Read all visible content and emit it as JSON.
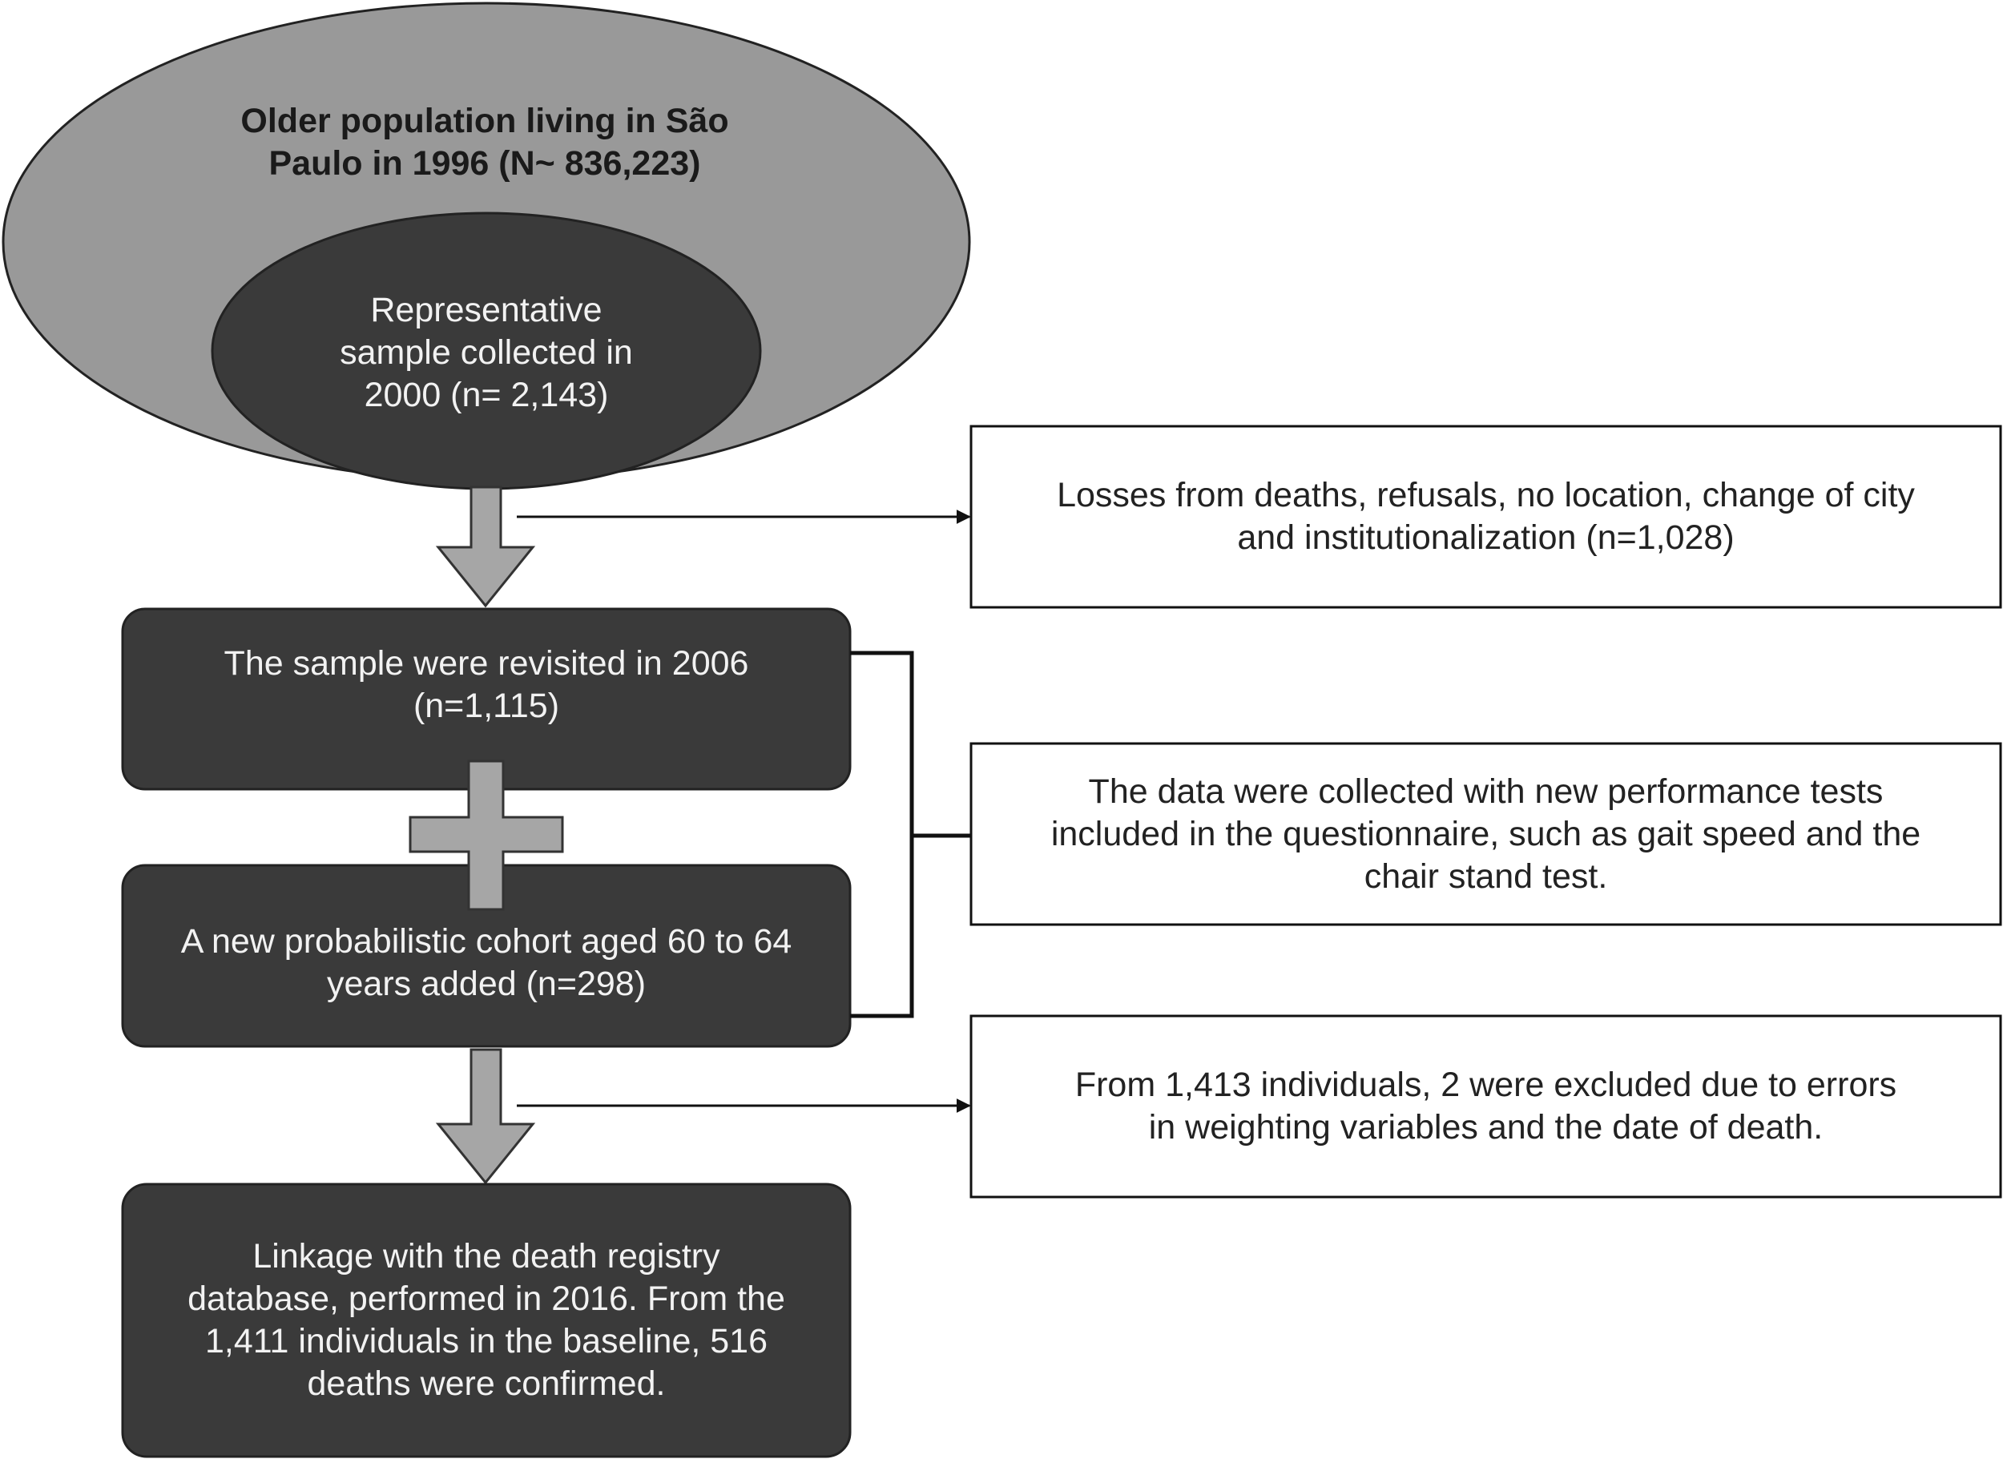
{
  "outer_ellipse": {
    "lines": [
      "Older population living in São",
      "Paulo in 1996 (N~ 836,223)"
    ]
  },
  "inner_ellipse": {
    "lines": [
      "Representative",
      "sample collected in",
      "2000 (n= 2,143)"
    ]
  },
  "losses_box": {
    "lines": [
      "Losses from deaths, refusals, no location, change of city",
      "and institutionalization (n=1,028)"
    ]
  },
  "revisit_box": {
    "lines": [
      "The sample were revisited in 2006",
      "(n=1,115)"
    ]
  },
  "new_cohort_box": {
    "lines": [
      "A new probabilistic cohort aged 60 to 64",
      "years added (n=298)"
    ]
  },
  "performance_box": {
    "lines": [
      "The data were collected with new performance tests",
      "included in the questionnaire, such as gait speed and the",
      "chair stand test."
    ]
  },
  "exclusion_box": {
    "lines": [
      "From 1,413 individuals, 2 were excluded due to errors",
      "in weighting variables and the date of death."
    ]
  },
  "linkage_box": {
    "lines": [
      "Linkage with the death registry",
      "database, performed in 2016. From the",
      "1,411 individuals in the baseline,  516",
      "deaths were confirmed."
    ]
  },
  "colors": {
    "outer_ellipse_fill": "#999999",
    "dark_fill": "#3a3a3a",
    "arrow_fill": "#a6a6a6",
    "line": "#111111",
    "box_fill": "#ffffff"
  }
}
